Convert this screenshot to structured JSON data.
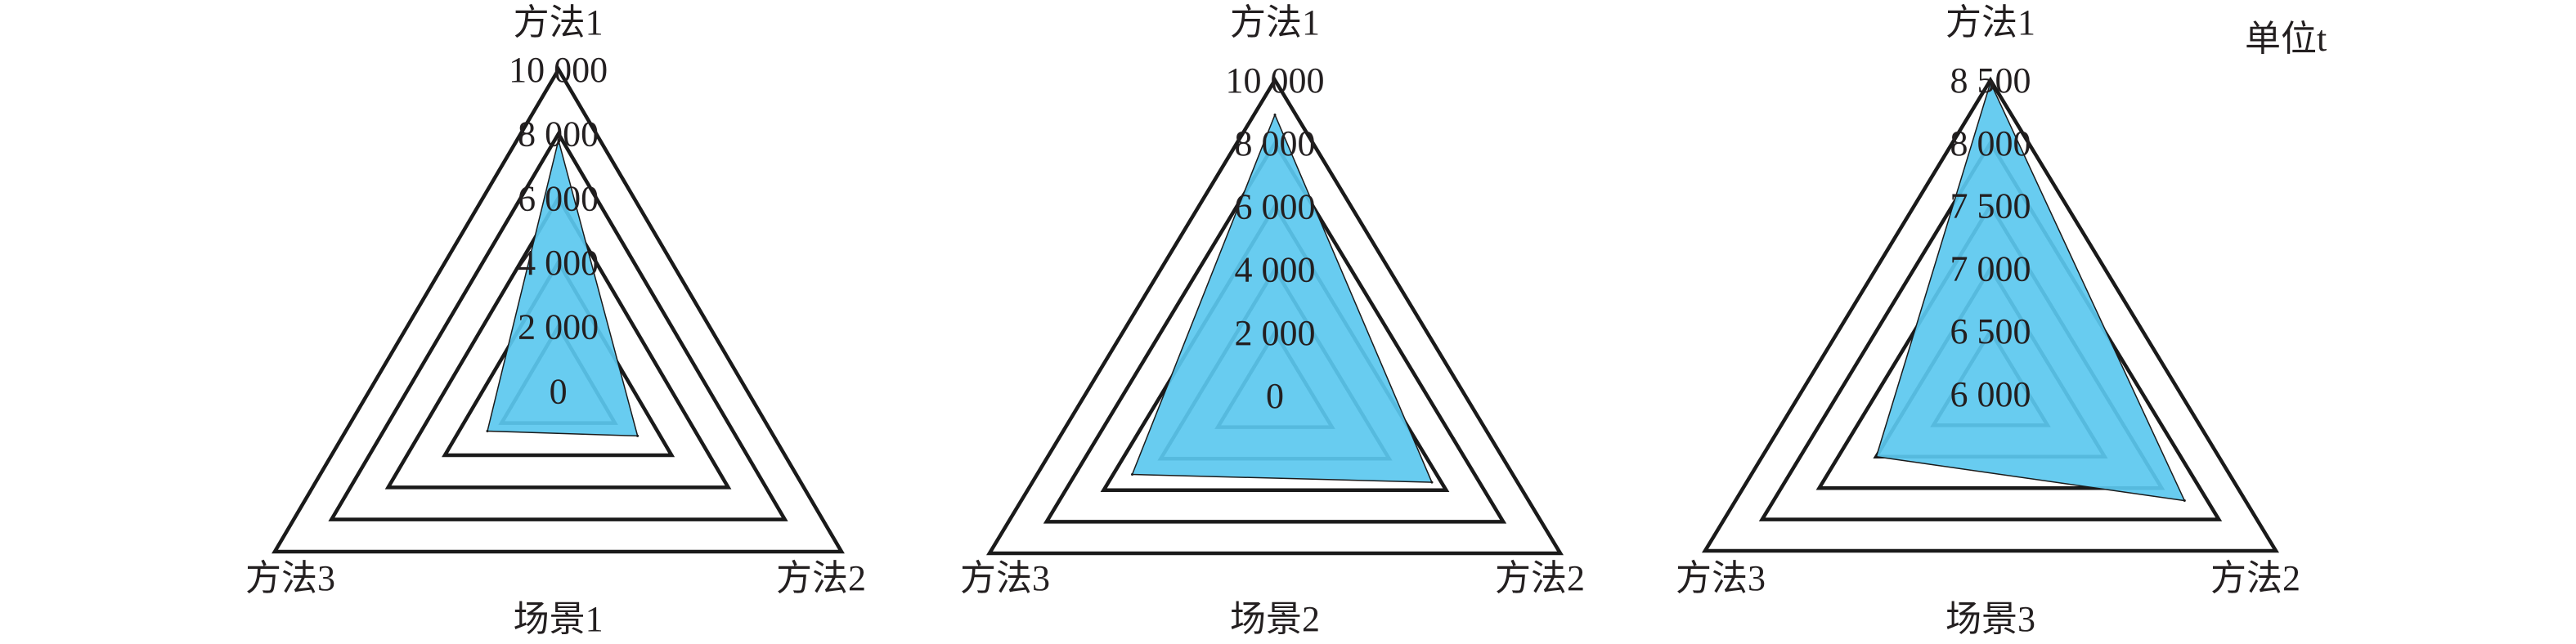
{
  "unit_label": "单位t",
  "colors": {
    "fill": "#5bc8ef",
    "stroke": "#1a1a1a",
    "ring": "#1a1a1a"
  },
  "chart_data": [
    {
      "type": "radar",
      "title": "场景1",
      "axes": [
        "方法1",
        "方法2",
        "方法3"
      ],
      "range": [
        0,
        10000
      ],
      "ticks": [
        0,
        2000,
        4000,
        6000,
        8000,
        10000
      ],
      "tick_labels": [
        "0",
        "2 000",
        "4 000",
        "6 000",
        "8 000",
        "10 000"
      ],
      "values": [
        7800,
        2800,
        2500
      ]
    },
    {
      "type": "radar",
      "title": "场景2",
      "axes": [
        "方法1",
        "方法2",
        "方法3"
      ],
      "range": [
        0,
        10000
      ],
      "ticks": [
        0,
        2000,
        4000,
        6000,
        8000,
        10000
      ],
      "tick_labels": [
        "0",
        "2 000",
        "4 000",
        "6 000",
        "8 000",
        "10 000"
      ],
      "values": [
        8900,
        5500,
        5000
      ]
    },
    {
      "type": "radar",
      "title": "场景3",
      "axes": [
        "方法1",
        "方法2",
        "方法3"
      ],
      "range": [
        6000,
        8500
      ],
      "ticks": [
        6000,
        6500,
        7000,
        7500,
        8000,
        8500
      ],
      "tick_labels": [
        "6 000",
        "6 500",
        "7 000",
        "7 500",
        "8 000",
        "8 500"
      ],
      "values": [
        8480,
        7700,
        7000
      ]
    }
  ]
}
